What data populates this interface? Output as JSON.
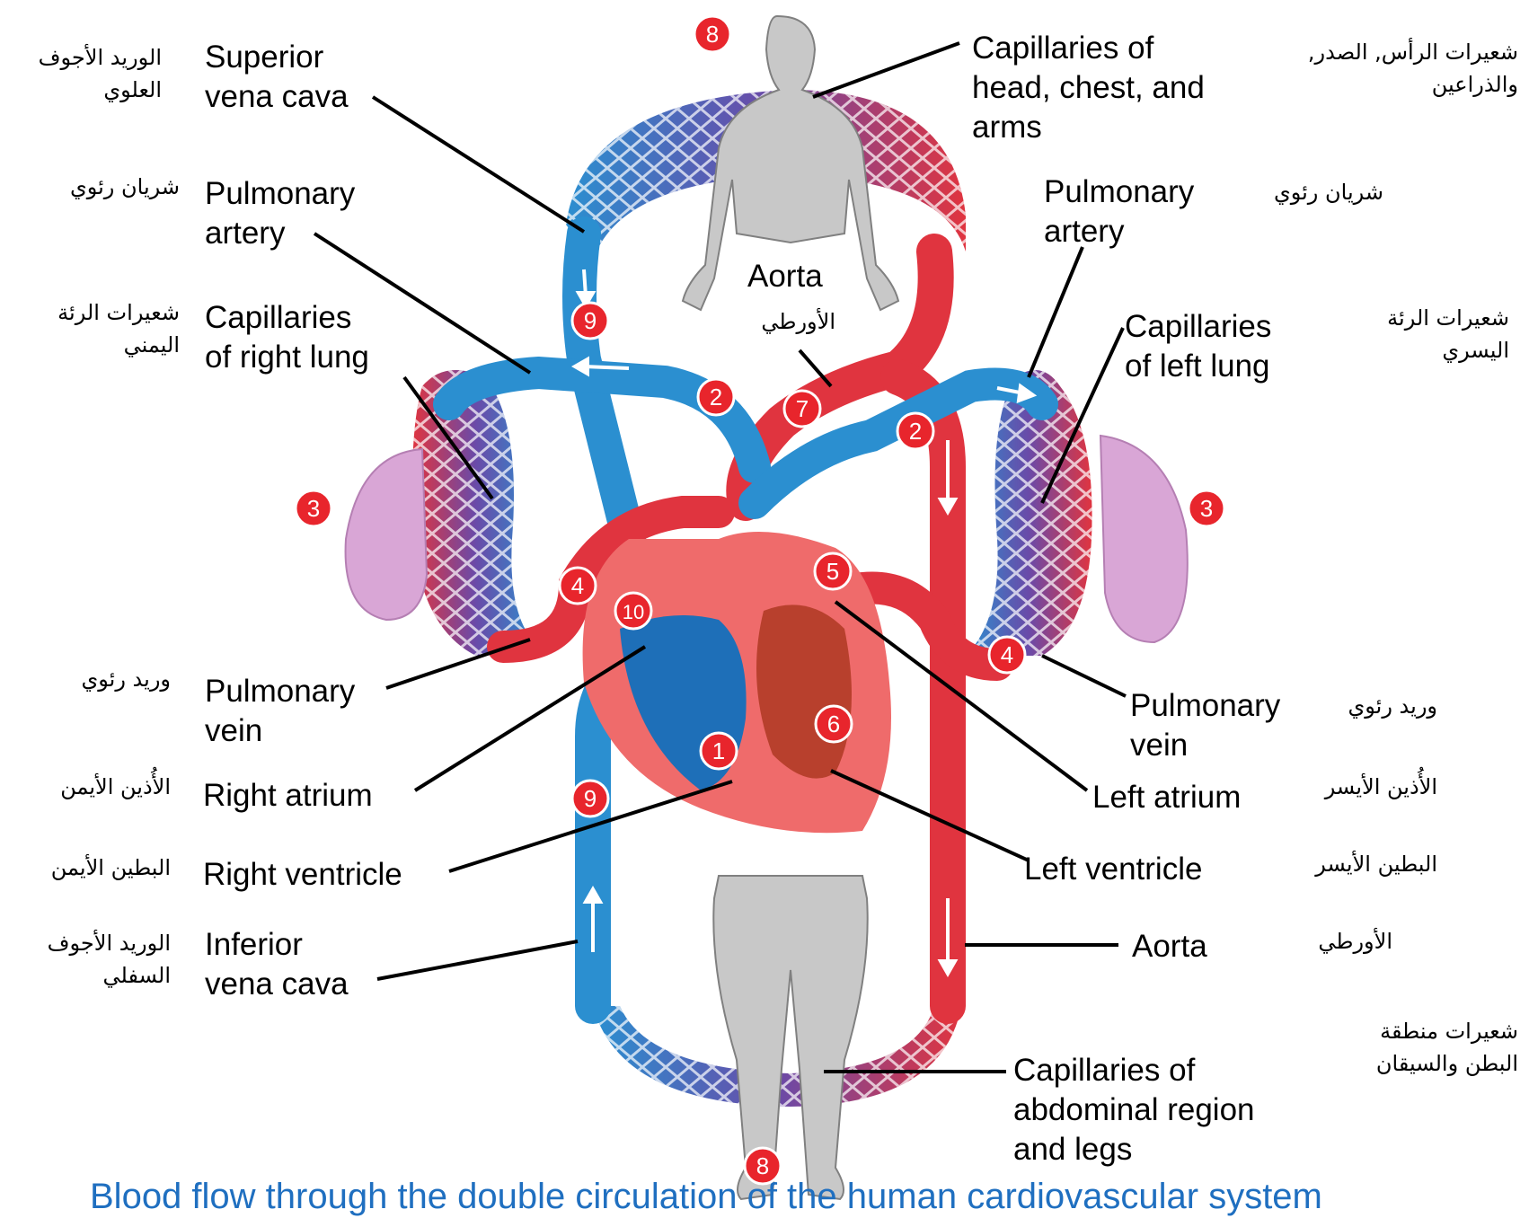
{
  "labels": {
    "superior_vena_cava": "Superior\nvena cava",
    "pulmonary_artery_right": "Pulmonary\nartery",
    "capillaries_right_lung": "Capillaries\nof right lung",
    "pulmonary_vein_right": "Pulmonary\nvein",
    "right_atrium": "Right atrium",
    "right_ventricle": "Right ventricle",
    "inferior_vena_cava": "Inferior\nvena cava",
    "capillaries_head": "Capillaries of\nhead, chest, and\narms",
    "pulmonary_artery_left": "Pulmonary\nartery",
    "aorta_top": "Aorta",
    "capillaries_left_lung": "Capillaries\nof left lung",
    "pulmonary_vein_left": "Pulmonary\nvein",
    "left_atrium": "Left atrium",
    "left_ventricle": "Left ventricle",
    "aorta_bottom": "Aorta",
    "capillaries_abdomen": "Capillaries of\nabdominal region\nand legs"
  },
  "arabic": {
    "superior_vena_cava": "الوريد الأجوف\nالعلوي",
    "pulmonary_artery_right": "شريان رئوي",
    "capillaries_right_lung": "شعيرات الرئة\nاليمني",
    "pulmonary_vein_right": "وريد رئوي",
    "right_atrium": "الأُذين الأيمن",
    "right_ventricle": "البطين الأيمن",
    "inferior_vena_cava": "الوريد الأجوف\nالسفلي",
    "capillaries_head": "شعيرات الرأس, الصدر,\nوالذراعين",
    "pulmonary_artery_left": "شريان رئوي",
    "aorta_top": "الأورطي",
    "capillaries_left_lung": "شعيرات الرئة\nاليسري",
    "pulmonary_vein_left": "وريد رئوي",
    "left_atrium": "الأُذين الأيسر",
    "left_ventricle": "البطين الأيسر",
    "aorta_bottom": "الأورطي",
    "capillaries_abdomen": "شعيرات منطقة\nالبطن والسيقان"
  },
  "markers": [
    "8",
    "9",
    "2",
    "7",
    "2",
    "3",
    "3",
    "4",
    "10",
    "5",
    "4",
    "6",
    "1",
    "9",
    "8"
  ],
  "caption": "Blood flow through the double circulation of the human cardiovascular system",
  "colors": {
    "vein_blue": "#2b8fd0",
    "artery_red": "#e0343f",
    "marker_red": "#e8252c",
    "body_gray": "#c8c8c8",
    "lung_pink": "#d9a6d6",
    "caption_blue": "#1f6fc0"
  }
}
